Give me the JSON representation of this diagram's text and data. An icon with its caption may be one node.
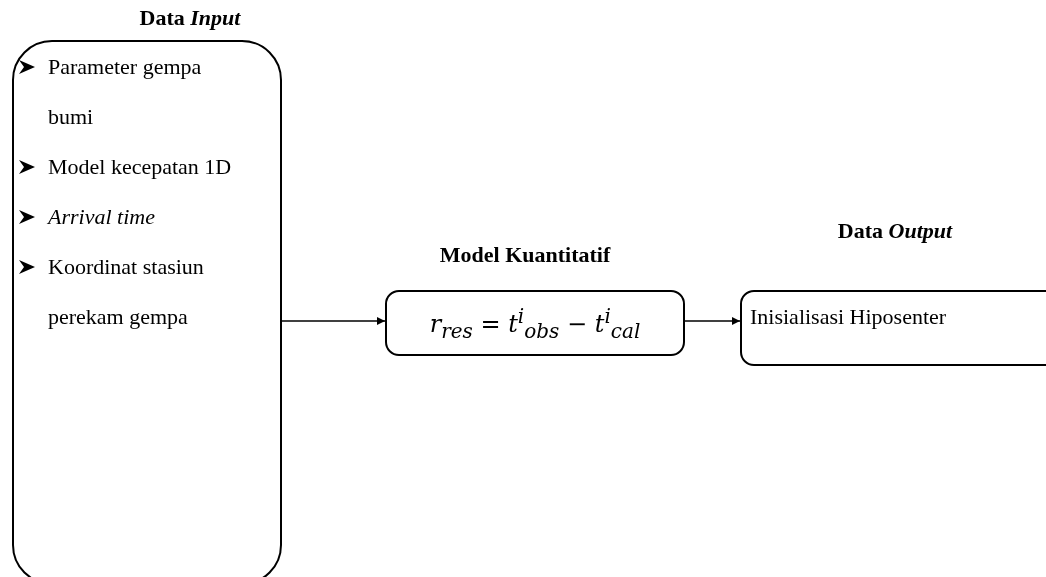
{
  "diagram": {
    "nodes": [
      {
        "text": [
          "Data *Input*",
          "Parameter gempa bumi",
          "Model kecepatan 1D",
          "Arrival time",
          "Koordinat stasiun perekam gempa"
        ]
      },
      {
        "text": [
          "Model Kuantitatif",
          "r$_{res}$ = t$^{i}$$_{obs}$ − t$^{i}$$_{cal}$"
        ]
      },
      {
        "text": [
          "Data *Output*",
          "Inisialisasi Hiposenter"
        ]
      }
    ],
    "edges": [
      {
        "from": 0,
        "to": 1,
        "arrow": "to"
      },
      {
        "from": 1,
        "to": 2,
        "arrow": "to"
      }
    ]
  }
}
